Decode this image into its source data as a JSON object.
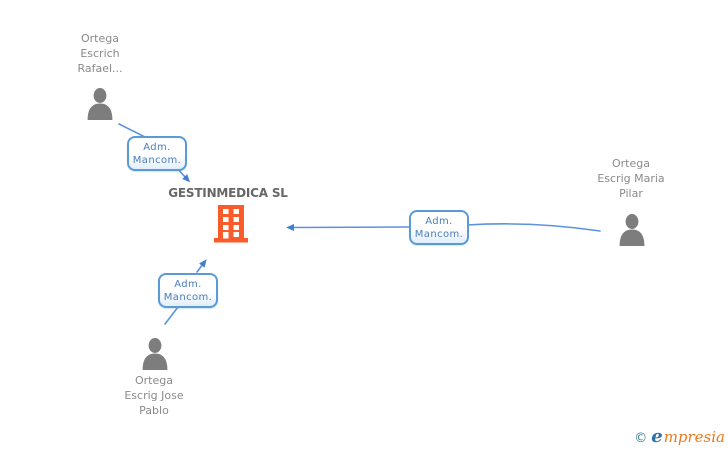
{
  "company": {
    "name": "GESTINMEDICA SL"
  },
  "persons": [
    {
      "id": "rafael",
      "lines": [
        "Ortega",
        "Escrich",
        "Rafael..."
      ]
    },
    {
      "id": "maria",
      "lines": [
        "Ortega",
        "Escrig Maria",
        "Pilar"
      ]
    },
    {
      "id": "jose",
      "lines": [
        "Ortega",
        "Escrig Jose",
        "Pablo"
      ]
    }
  ],
  "relationships": [
    {
      "from": "rafael",
      "to": "GESTINMEDICA SL",
      "label_lines": [
        "Adm.",
        "Mancom."
      ]
    },
    {
      "from": "maria",
      "to": "GESTINMEDICA SL",
      "label_lines": [
        "Adm.",
        "Mancom."
      ]
    },
    {
      "from": "jose",
      "to": "GESTINMEDICA SL",
      "label_lines": [
        "Adm.",
        "Mancom."
      ]
    }
  ],
  "watermark": {
    "copyright_symbol": "©",
    "brand_first_letter": "e",
    "brand_rest": "mpresia"
  },
  "colors": {
    "edge_blue": "#5b92dd",
    "arrowhead_blue": "#3f7fd4",
    "badge_border_blue": "#5b9bd5",
    "badge_text_blue": "#4a7ebb",
    "person_gray": "#7d7d7d",
    "label_gray": "#8a8a8a",
    "title_gray": "#666666",
    "building_orange": "#fa5b2b",
    "brand_orange": "#e87a22",
    "brand_blue": "#2c6fad",
    "copyright_teal": "#3c7b8e"
  }
}
